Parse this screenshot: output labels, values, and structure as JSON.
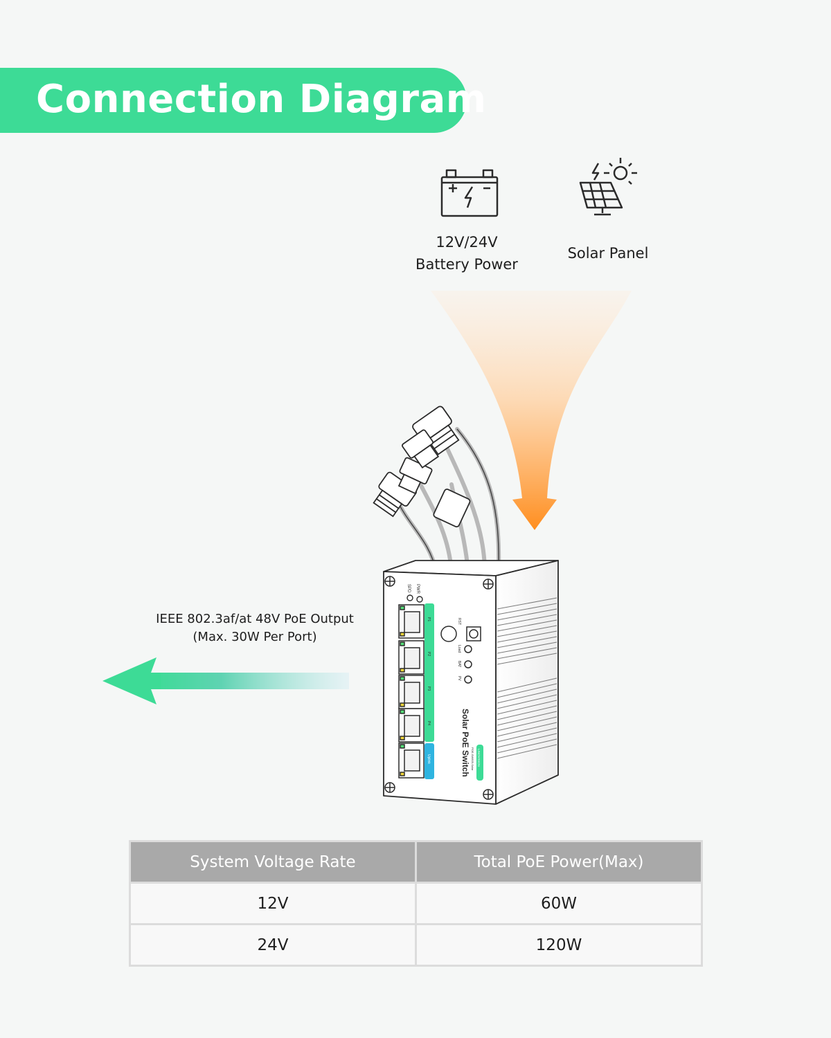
{
  "header": {
    "title": "Connection Diagram"
  },
  "sources": [
    {
      "icon": "battery-icon",
      "label_line1": "12V/24V",
      "label_line2": "Battery Power"
    },
    {
      "icon": "solar-panel-icon",
      "label_line1": "Solar Panel"
    }
  ],
  "output": {
    "line1": "IEEE 802.3af/at 48V PoE Output",
    "line2": "(Max. 30W Per Port)"
  },
  "device": {
    "name": "Solar PoE Switch",
    "brand": "LINOVISION",
    "model": "POE-SW605-Solar",
    "indicators": [
      "PWR",
      "SPD"
    ],
    "status_leds": [
      "Load",
      "BAT",
      "PV"
    ],
    "button": "RST",
    "ports": [
      "P1",
      "P2",
      "P3",
      "P4",
      "Uplink"
    ]
  },
  "colors": {
    "accent": "#3ddb96",
    "input_arrow": "#ff9a2e",
    "output_arrow": "#3ddb96",
    "table_header": "#a9a9a9"
  },
  "table": {
    "headers": [
      "System Voltage Rate",
      "Total PoE Power(Max)"
    ],
    "rows": [
      [
        "12V",
        "60W"
      ],
      [
        "24V",
        "120W"
      ]
    ]
  }
}
